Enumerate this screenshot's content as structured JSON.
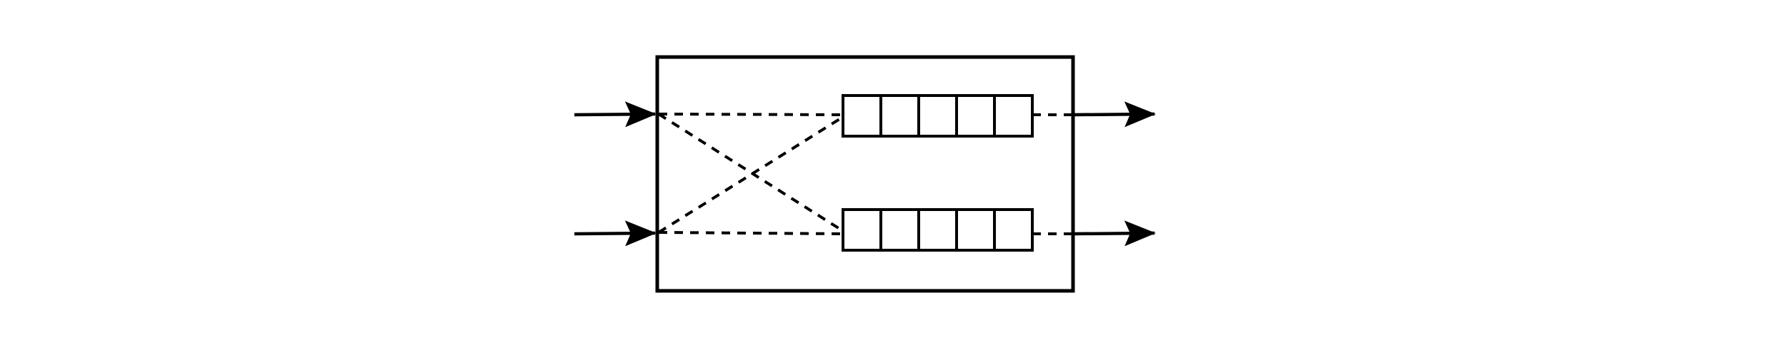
{
  "diagram": {
    "stroke_color": "#000000",
    "background": "#ffffff",
    "inputs": [
      {
        "id": "input-1",
        "connects_to": [
          "queue-1",
          "queue-2"
        ]
      },
      {
        "id": "input-2",
        "connects_to": [
          "queue-1",
          "queue-2"
        ]
      }
    ],
    "queues": [
      {
        "id": "queue-1",
        "cells": 5,
        "output": "output-1"
      },
      {
        "id": "queue-2",
        "cells": 5,
        "output": "output-2"
      }
    ],
    "outputs": [
      {
        "id": "output-1"
      },
      {
        "id": "output-2"
      }
    ],
    "arrowhead": "filled-notched"
  }
}
